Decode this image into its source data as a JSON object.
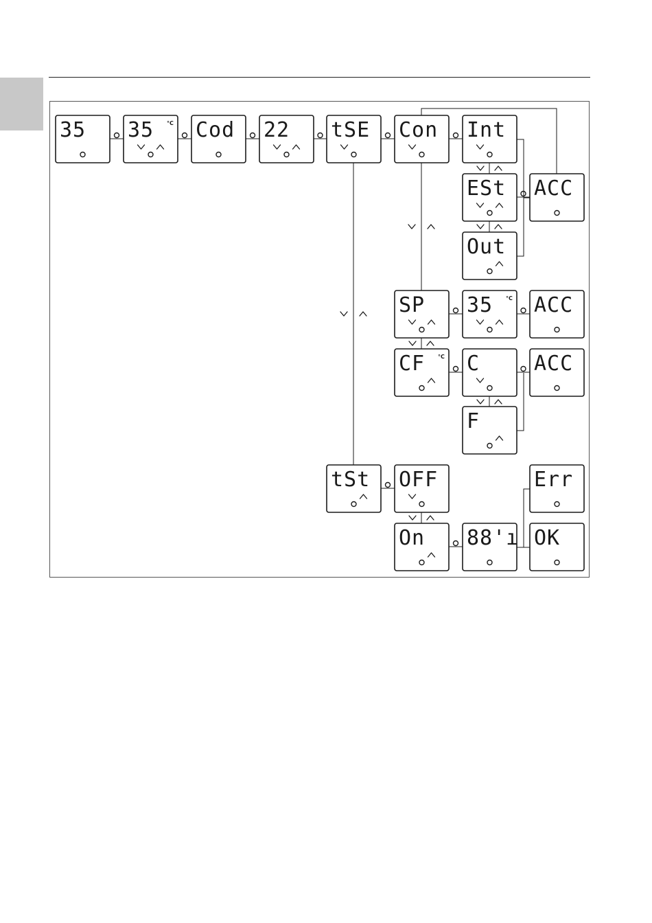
{
  "page": {
    "description_note": ""
  },
  "screens": [
    {
      "id": "home_value",
      "text": "35",
      "unit": "",
      "down": false,
      "up": false
    },
    {
      "id": "home_value_unit",
      "text": "35",
      "unit": "°C",
      "down": true,
      "up": true
    },
    {
      "id": "code",
      "text": "Cod",
      "unit": "",
      "down": false,
      "up": false
    },
    {
      "id": "code_value",
      "text": "22",
      "unit": "",
      "down": true,
      "up": true
    },
    {
      "id": "tse",
      "text": "tSE",
      "unit": "",
      "down": true,
      "up": false
    },
    {
      "id": "con",
      "text": "Con",
      "unit": "",
      "down": true,
      "up": false
    },
    {
      "id": "int",
      "text": "Int",
      "unit": "",
      "down": true,
      "up": false
    },
    {
      "id": "est",
      "text": "ESt",
      "unit": "",
      "down": true,
      "up": true
    },
    {
      "id": "out",
      "text": "Out",
      "unit": "",
      "down": false,
      "up": true
    },
    {
      "id": "acc_1",
      "text": "ACC",
      "unit": "",
      "down": false,
      "up": false
    },
    {
      "id": "sp",
      "text": "SP",
      "unit": "",
      "down": true,
      "up": true
    },
    {
      "id": "sp_value",
      "text": "35",
      "unit": "°C",
      "down": true,
      "up": true
    },
    {
      "id": "acc_2",
      "text": "ACC",
      "unit": "",
      "down": false,
      "up": false
    },
    {
      "id": "cf",
      "text": "CF",
      "unit": "°C",
      "down": false,
      "up": true
    },
    {
      "id": "cf_c",
      "text": "C",
      "unit": "",
      "down": true,
      "up": false
    },
    {
      "id": "acc_3",
      "text": "ACC",
      "unit": "",
      "down": false,
      "up": false
    },
    {
      "id": "cf_f",
      "text": "F",
      "unit": "",
      "down": false,
      "up": true
    },
    {
      "id": "tst",
      "text": "tSt",
      "unit": "",
      "down": false,
      "up": true
    },
    {
      "id": "off",
      "text": "OFF",
      "unit": "",
      "down": true,
      "up": false
    },
    {
      "id": "on",
      "text": "On",
      "unit": "",
      "down": false,
      "up": true
    },
    {
      "id": "test_run",
      "text": "88'ı",
      "unit": "",
      "down": false,
      "up": false
    },
    {
      "id": "err",
      "text": "Err",
      "unit": "",
      "down": false,
      "up": false
    },
    {
      "id": "ok",
      "text": "OK",
      "unit": "",
      "down": false,
      "up": false
    }
  ],
  "colors": {
    "stroke": "#1a1a1a",
    "tab": "#c8c8c8"
  }
}
